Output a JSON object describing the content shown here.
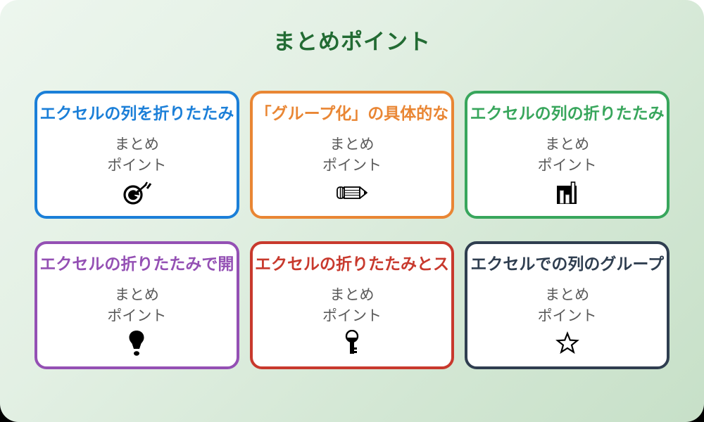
{
  "page": {
    "title": "まとめポイント",
    "title_color": "#226b33",
    "background_gradient_start": "#edf6ee",
    "background_gradient_end": "#c7e0c8",
    "outer_top_color": "#ffffff",
    "outer_bottom_color": "#000000"
  },
  "cards": [
    {
      "title": "エクセルの列を折りたたみ",
      "color": "#1b7fd8",
      "body_line1": "まとめ",
      "body_line2": "ポイント",
      "icon": "dart-target-icon"
    },
    {
      "title": "「グループ化」の具体的な",
      "color": "#e98634",
      "body_line1": "まとめ",
      "body_line2": "ポイント",
      "icon": "pencil-icon"
    },
    {
      "title": "エクセルの列の折りたたみ",
      "color": "#38a65c",
      "body_line1": "まとめ",
      "body_line2": "ポイント",
      "icon": "bar-chart-icon"
    },
    {
      "title": "エクセルの折りたたみで開",
      "color": "#9450b4",
      "body_line1": "まとめ",
      "body_line2": "ポイント",
      "icon": "lightbulb-icon"
    },
    {
      "title": "エクセルの折りたたみとス",
      "color": "#c8392d",
      "body_line1": "まとめ",
      "body_line2": "ポイント",
      "icon": "key-icon"
    },
    {
      "title": "エクセルでの列のグループ",
      "color": "#2f3e50",
      "body_line1": "まとめ",
      "body_line2": "ポイント",
      "icon": "star-icon"
    }
  ]
}
